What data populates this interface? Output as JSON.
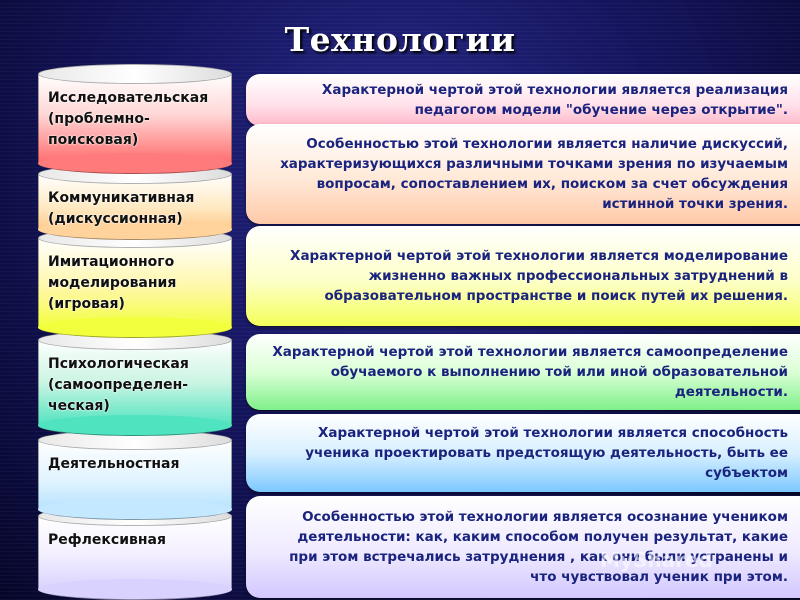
{
  "title": "Технологии",
  "cylinders": [
    {
      "label": "Исследовательская\n(проблемно-\nпоисковая)"
    },
    {
      "label": "Коммуникативная\n(дискуссионная)"
    },
    {
      "label": "Имитационного\nмоделирования\n(игровая)"
    },
    {
      "label": "Психологическая\n(самоопределен-\nческая)"
    },
    {
      "label": "Деятельностная"
    },
    {
      "label": "Рефлексивная"
    }
  ],
  "descriptions": [
    {
      "text": "Характерной чертой этой технологии является реализация педагогом модели \"обучение через открытие\"."
    },
    {
      "text": "Особенностью этой технологии является наличие дискуссий, характеризующихся различными точками зрения по изучаемым вопросам, сопоставлением их, поиском за счет обсуждения истинной точки зрения."
    },
    {
      "text": "Характерной чертой этой технологии является моделирование жизненно важных профессиональных затруднений в образовательном пространстве и поиск путей их решения."
    },
    {
      "text": "Характерной чертой этой технологии является самоопределение обучаемого к выполнению той или иной образовательной деятельности."
    },
    {
      "text": "Характерной чертой этой технологии является способность ученика проектировать предстоящую деятельность, быть ее субъектом"
    },
    {
      "text": "Особенностью этой технологии является осознание учеником деятельности: как, каким способом получен результат, какие при этом встречались затруднения , как они были устранены и что чувствовал ученик при этом."
    }
  ],
  "watermark": "MyShared"
}
